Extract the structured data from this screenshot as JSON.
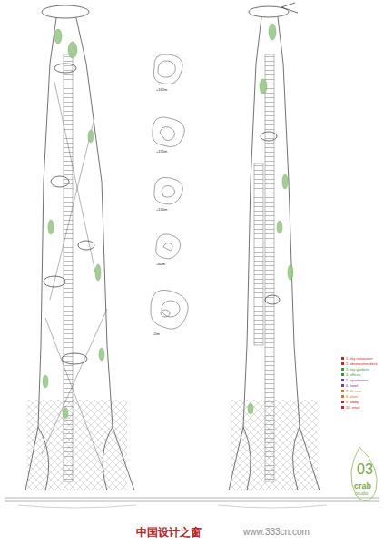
{
  "diagram": {
    "labels": [
      "+162m",
      "+155m",
      "+130m",
      "+60m",
      "+5m",
      "03",
      "crab",
      "studio",
      "中国设计之窗",
      "www.333cn.com"
    ],
    "legend": [
      {
        "text": "1. sky restaurant",
        "color": "#cc2222"
      },
      {
        "text": "2. observation deck",
        "color": "#cc2222"
      },
      {
        "text": "3. sky gardens",
        "color": "#3a9a3a"
      },
      {
        "text": "4. offices",
        "color": "#3a9a3a"
      },
      {
        "text": "5. apartments",
        "color": "#7a3aa0"
      },
      {
        "text": "6. hotel",
        "color": "#7a3aa0"
      },
      {
        "text": "7. lift core",
        "color": "#d07a20"
      },
      {
        "text": "8. plant",
        "color": "#d07a20"
      },
      {
        "text": "9. lobby",
        "color": "#cc2222"
      },
      {
        "text": "10. retail",
        "color": "#cc2222"
      }
    ]
  }
}
